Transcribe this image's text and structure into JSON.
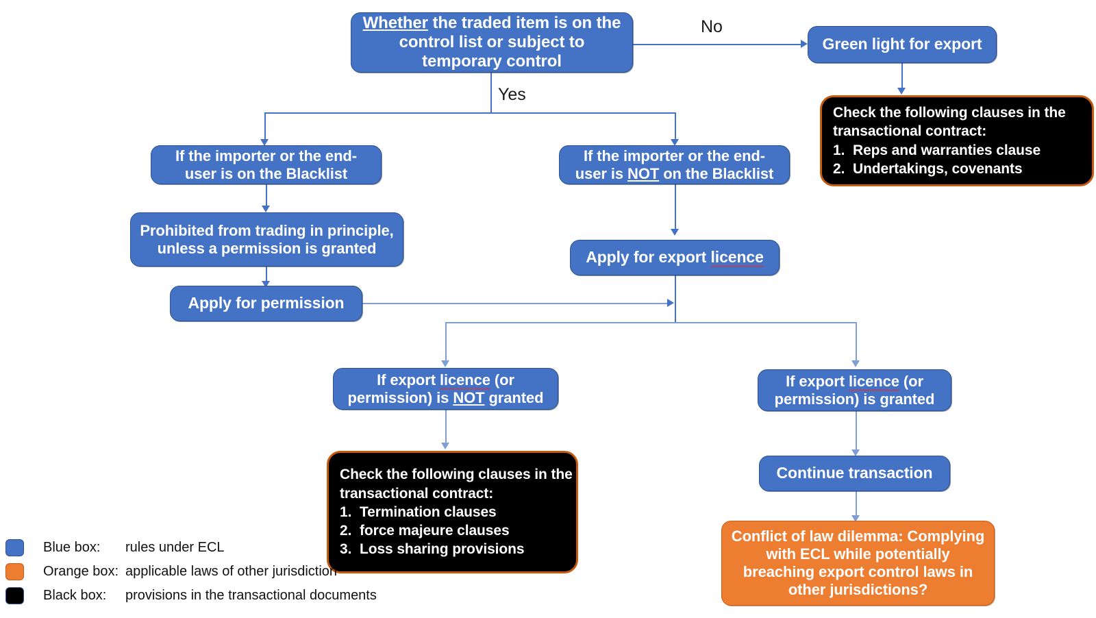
{
  "diagram": {
    "title": "Export Control Law (ECL) compliance decision flowchart",
    "colors": {
      "blue": "#4472C4",
      "orange": "#ED7D31",
      "black": "#000000",
      "connector": "#4472C4"
    }
  },
  "nodes": {
    "start": {
      "text_parts": {
        "emphasis": "Whether",
        "rest": " the traded item is on the control list or subject to temporary control"
      },
      "type": "blue"
    },
    "green_light": {
      "text": "Green light for export",
      "type": "blue"
    },
    "check_contract_top": {
      "type": "black",
      "heading": "Check the following clauses in the transactional contract:",
      "items": [
        {
          "num": "1.",
          "text": "Reps and warranties clause"
        },
        {
          "num": "2.",
          "text": "Undertakings, covenants"
        }
      ]
    },
    "on_blacklist": {
      "text": "If the importer or the end-user is on the Blacklist",
      "type": "blue"
    },
    "not_on_blacklist": {
      "type": "blue",
      "prefix": "If the importer or the end-user is ",
      "emphasis": "NOT",
      "suffix": " on the Blacklist"
    },
    "prohibited": {
      "text": "Prohibited from trading in principle, unless a permission is granted",
      "type": "blue"
    },
    "apply_permission": {
      "text": "Apply for permission",
      "type": "blue"
    },
    "apply_licence": {
      "prefix": "Apply for export ",
      "spell": "licence",
      "type": "blue"
    },
    "not_granted": {
      "type": "blue",
      "prefix": "If export ",
      "spell": "licence",
      "mid": " (or permission) is ",
      "emphasis": "NOT",
      "suffix": " granted"
    },
    "granted": {
      "type": "blue",
      "prefix": "If export ",
      "spell": "licence",
      "suffix": " (or permission) is granted"
    },
    "check_contract_bottom": {
      "type": "black",
      "heading": "Check the following clauses in the transactional contract:",
      "items": [
        {
          "num": "1.",
          "text": "Termination clauses"
        },
        {
          "num": "2.",
          "text": "force majeure clauses"
        },
        {
          "num": "3.",
          "text": "Loss sharing provisions"
        }
      ]
    },
    "continue_transaction": {
      "text": "Continue transaction",
      "type": "blue"
    },
    "conflict": {
      "text": "Conflict of law dilemma: Complying with ECL while potentially breaching export control laws in other jurisdictions?",
      "type": "orange"
    }
  },
  "edge_labels": {
    "no": "No",
    "yes": "Yes"
  },
  "legend": {
    "rows": [
      {
        "swatch": "blue",
        "name": "Blue box:",
        "desc": "rules under ECL"
      },
      {
        "swatch": "orange",
        "name": "Orange box:",
        "desc": "applicable laws of other jurisdiction"
      },
      {
        "swatch": "black",
        "name": "Black box:",
        "desc": "provisions in the transactional documents"
      }
    ]
  }
}
